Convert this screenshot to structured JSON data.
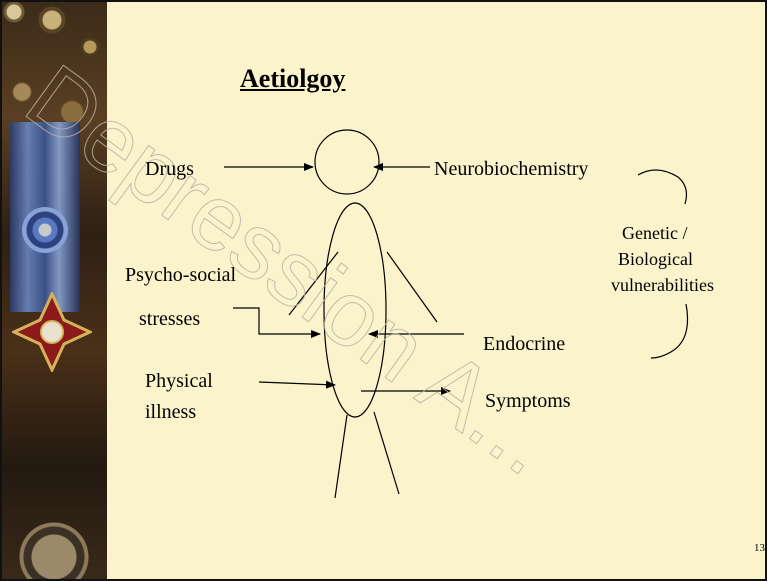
{
  "slide": {
    "title": "Aetiolgoy",
    "labels": {
      "drugs": "Drugs",
      "neurobiochemistry": "Neurobiochemistry",
      "genetic": "Genetic /",
      "biological": "Biological",
      "vulnerabilities": "vulnerabilities",
      "psycho_social": "Psycho-social",
      "stresses": "stresses",
      "endocrine": "Endocrine",
      "physical": "Physical",
      "illness": "illness",
      "symptoms": "Symptoms"
    },
    "page_number": "13",
    "watermark": "Depression A..."
  },
  "colors": {
    "slide_background": "#fbf3cc",
    "text": "#000000",
    "watermark_outline": "#b9b3a3"
  }
}
